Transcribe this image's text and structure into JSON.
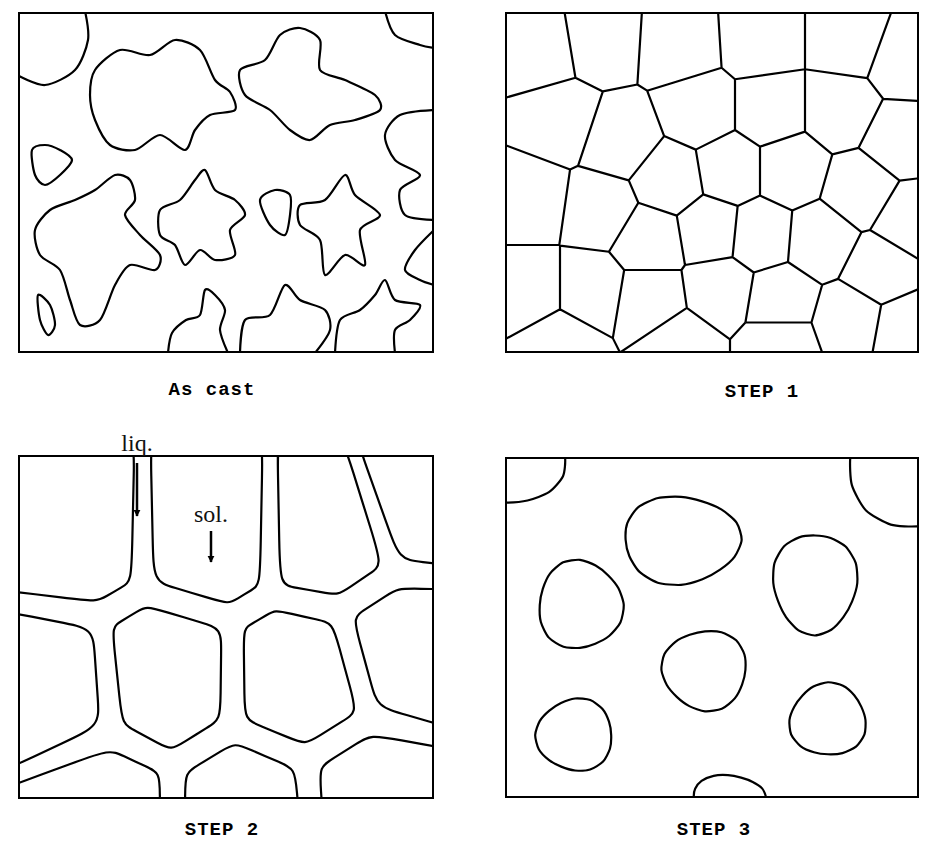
{
  "diagram": {
    "nodes": [
      {
        "text": [
          "As cast"
        ]
      },
      {
        "text": [
          "STEP 1"
        ]
      },
      {
        "text": [
          "STEP 2"
        ]
      },
      {
        "text": [
          "STEP 3"
        ]
      }
    ],
    "labels": [
      "liq.",
      "sol."
    ]
  }
}
